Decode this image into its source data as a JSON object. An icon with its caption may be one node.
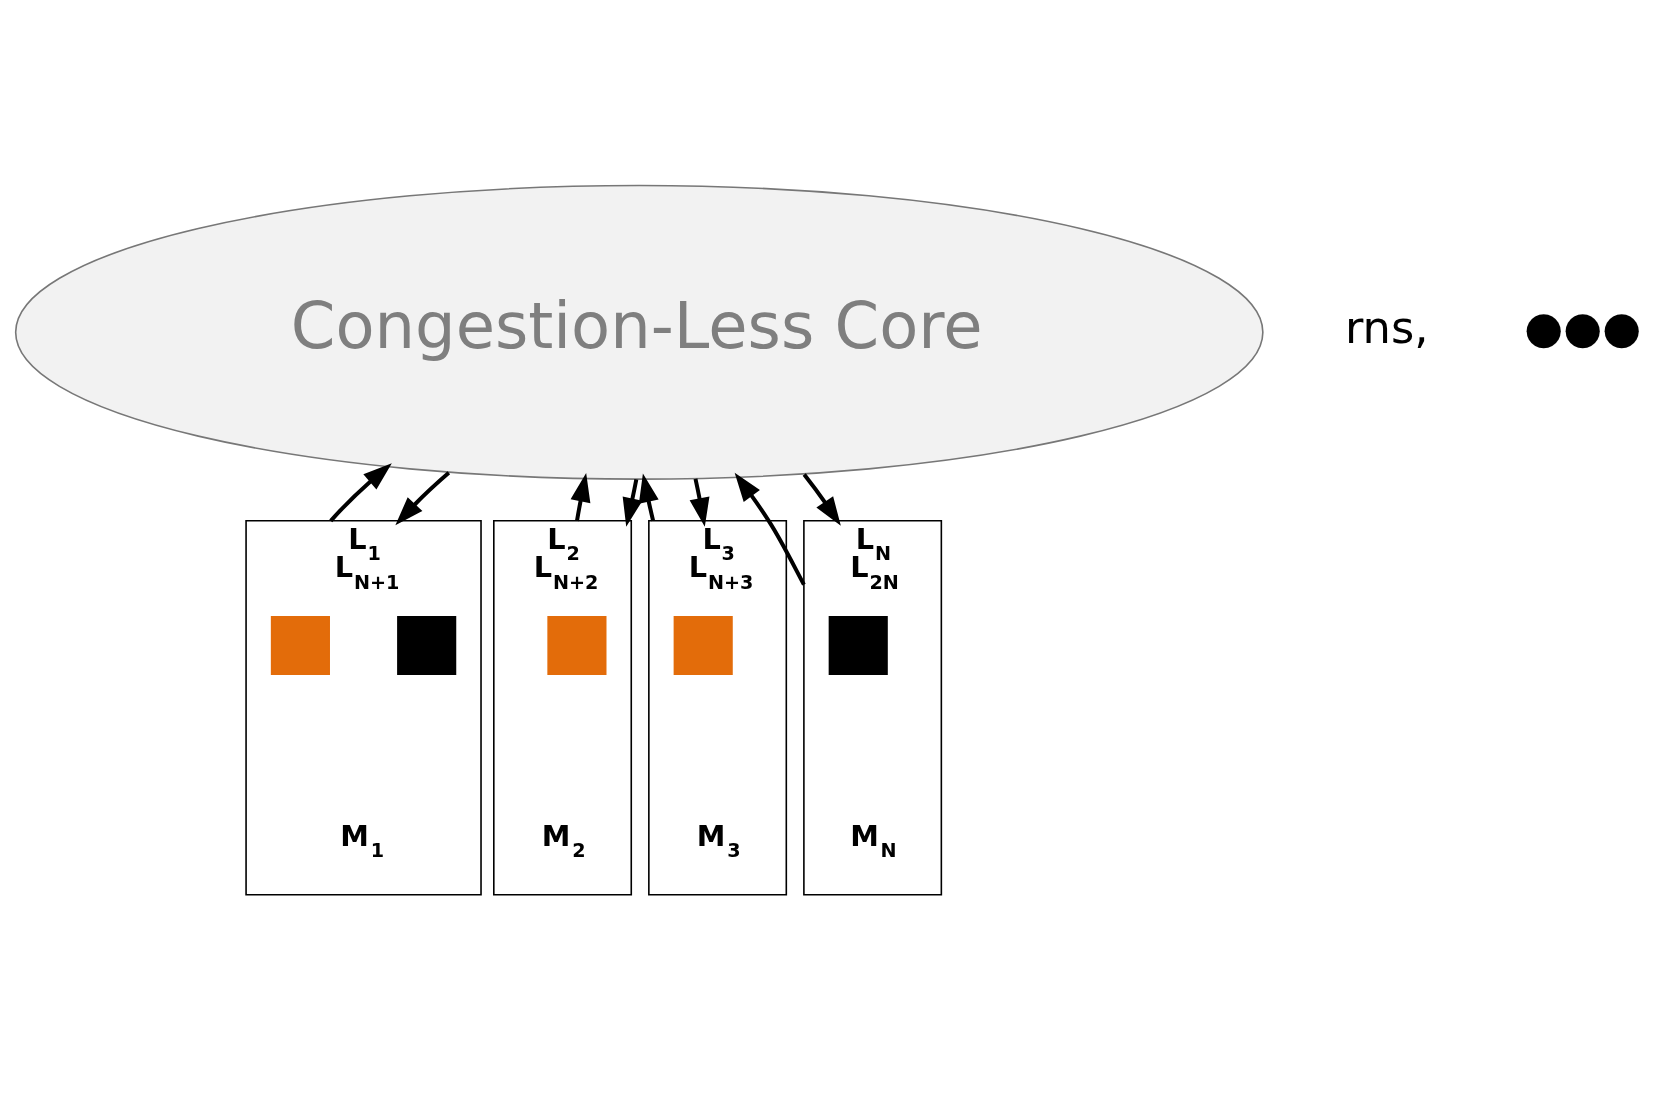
{
  "diagram": {
    "nodes": [
      {
        "text": [
          "Congestion-Less Core"
        ]
      },
      {
        "text": [
          "L$_{1}$",
          "L$_{N+1}$"
        ],
        "beside": [
          "M$_{1}$"
        ]
      },
      {
        "text": [],
        "shape": "box",
        "in": 1
      },
      {
        "text": [],
        "shape": "box",
        "in": 1
      },
      {
        "text": [
          "L$_{2}$",
          "L$_{N+2}$"
        ],
        "beside": [
          "M$_{2}$"
        ]
      },
      {
        "text": [],
        "shape": "box",
        "in": 4
      },
      {
        "text": [
          "L$_{3}$",
          "L$_{N+3}$"
        ],
        "beside": [
          "M$_{3}$"
        ]
      },
      {
        "text": [],
        "shape": "box",
        "in": 6
      },
      {
        "text": [
          "L$_{N}$",
          "L$_{2N}$"
        ],
        "beside": [
          "M$_{N}$"
        ]
      },
      {
        "text": [],
        "shape": "box",
        "in": 8
      }
    ],
    "edges": [
      {
        "from": 1,
        "to": 0,
        "arrow": "to"
      },
      {
        "from": 0,
        "to": 1,
        "arrow": "to"
      },
      {
        "from": 4,
        "to": 0,
        "arrow": "to"
      },
      {
        "from": 0,
        "to": 4,
        "arrow": "to"
      },
      {
        "from": 6,
        "to": 0,
        "arrow": "to"
      },
      {
        "from": 0,
        "to": 6,
        "arrow": "to"
      },
      {
        "from": 8,
        "to": 0,
        "arrow": "to"
      },
      {
        "from": 0,
        "to": 8,
        "arrow": "to"
      }
    ],
    "labels": [
      "rns,",
      "●●●"
    ]
  }
}
